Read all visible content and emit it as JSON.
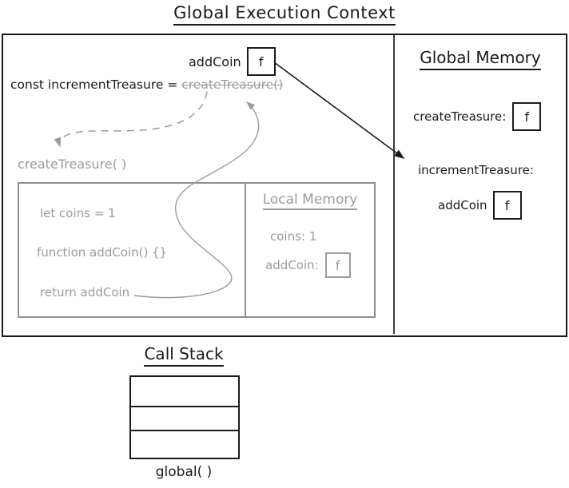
{
  "colors": {
    "ink": "#1a1a1a",
    "muted": "#9b9b9b"
  },
  "title": "Global Execution Context",
  "execution_context": {
    "return_binding": {
      "label": "addCoin",
      "value": "f"
    },
    "code_line": {
      "prefix": "const incrementTreasure = ",
      "struck": "createTreasure()"
    },
    "invoked_call": "createTreasure( )",
    "function_body": {
      "lines": [
        "let coins = 1",
        "function addCoin() {}",
        "return addCoin"
      ]
    },
    "local_memory": {
      "title": "Local Memory",
      "coins_entry": "coins: 1",
      "addcoin_label": "addCoin:",
      "addcoin_value": "f"
    }
  },
  "global_memory": {
    "title": "Global Memory",
    "create_treasure_label": "createTreasure:",
    "create_treasure_value": "f",
    "increment_treasure_label": "incrementTreasure:",
    "addcoin_label": "addCoin",
    "addcoin_value": "f"
  },
  "call_stack": {
    "title": "Call Stack",
    "frames": [
      "",
      "",
      ""
    ],
    "caption": "global( )"
  }
}
